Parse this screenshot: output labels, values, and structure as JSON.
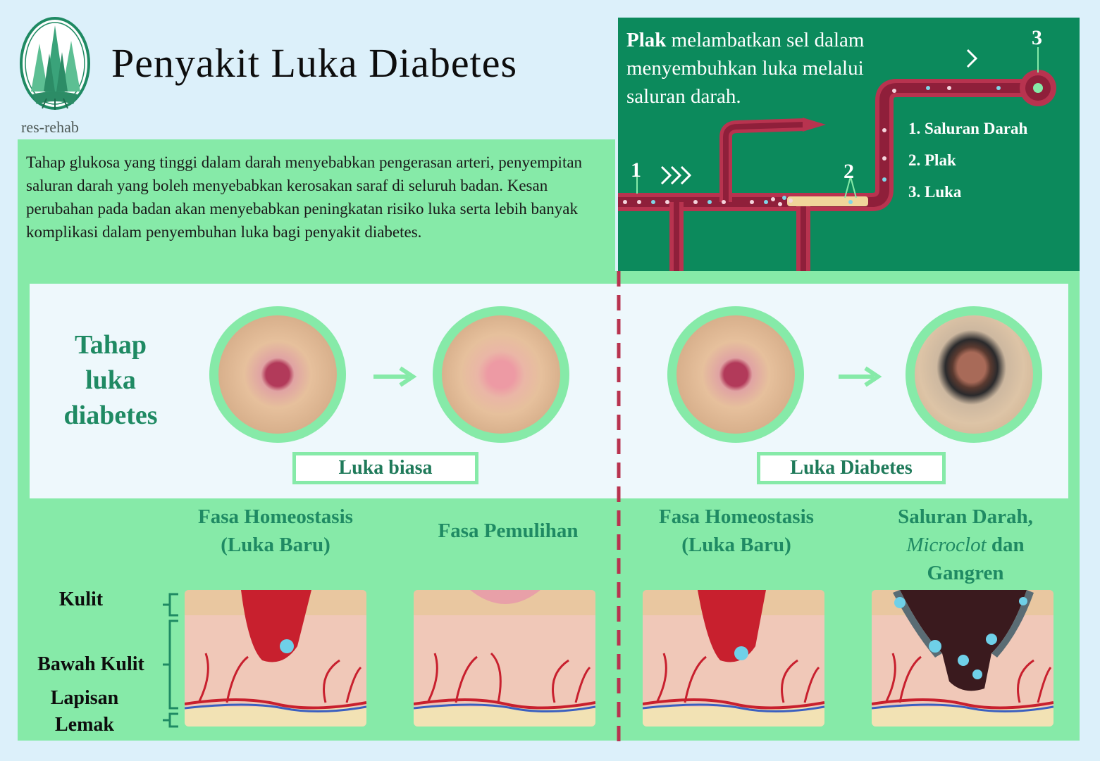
{
  "header": {
    "title": "Penyakit Luka Diabetes",
    "brand": "res-rehab",
    "logo_icon": "pine-trees-logo-icon"
  },
  "intro": {
    "text": "Tahap glukosa yang tinggi dalam darah menyebabkan pengerasan arteri, penyempitan saluran darah yang boleh menyebabkan kerosakan saraf di seluruh badan. Kesan perubahan pada badan akan menyebabkan peningkatan risiko luka serta lebih banyak komplikasi dalam penyembuhan luka bagi penyakit diabetes."
  },
  "plaque": {
    "bold": "Plak",
    "text": " melambatkan sel dalam menyembuhkan luka melalui saluran darah.",
    "markers": [
      "1",
      "2",
      "3"
    ],
    "legend": [
      "1. Saluran Darah",
      "2. Plak",
      "3. Luka"
    ]
  },
  "stages": {
    "title": "Tahap luka diabetes",
    "normal_label": "Luka biasa",
    "diabetic_label": "Luka Diabetes"
  },
  "phases": {
    "p1": "Fasa Homeostasis (Luka Baru)",
    "p2": "Fasa Pemulihan",
    "p3": "Fasa Homeostasis (Luka Baru)",
    "p4_line1": "Saluran Darah,",
    "p4_italic": "Microclot",
    "p4_and": " dan",
    "p4_line3": "Gangren"
  },
  "layers": {
    "kulit": "Kulit",
    "bawah_kulit": "Bawah Kulit",
    "lemak_1": "Lapisan",
    "lemak_2": "Lemak"
  },
  "colors": {
    "panel_green": "#86eaa8",
    "dark_green": "#0c8a5c",
    "text_green": "#1f8a63",
    "vessel_red": "#b8334f",
    "divider_red": "#b8334f"
  }
}
